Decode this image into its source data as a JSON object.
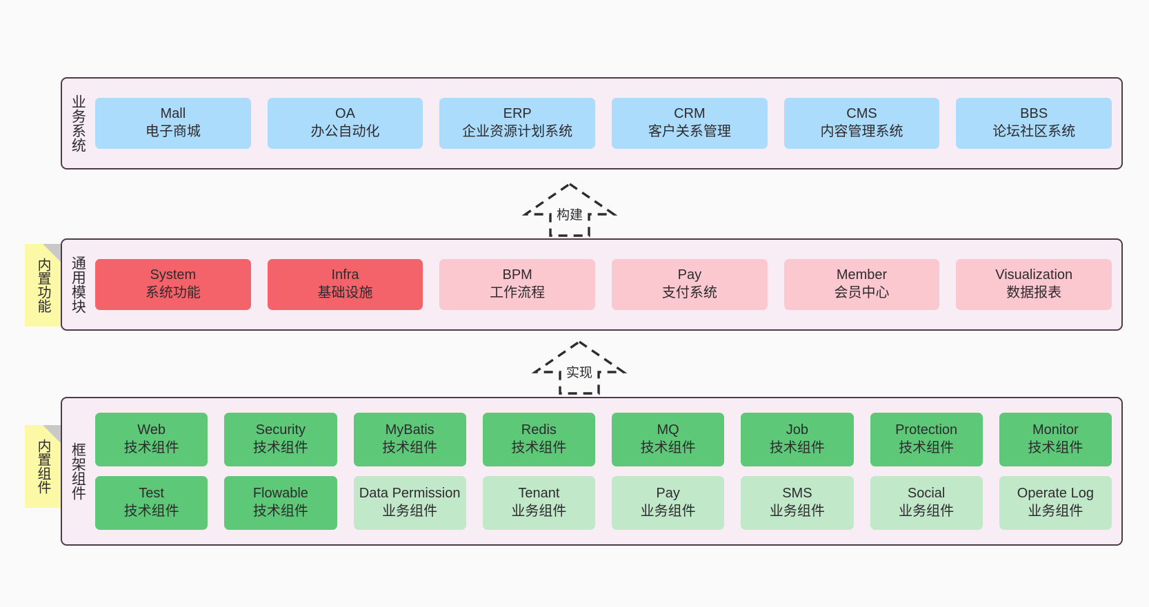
{
  "page": {
    "background": "#fafafa",
    "band_fill": "#f8ecf5",
    "band_border": "#4b3d47",
    "note_fill": "#fbf8a6"
  },
  "layers": [
    {
      "id": "business-system",
      "title": "业务系统",
      "note": null,
      "accent": "#abdcfb",
      "rows": [
        {
          "cells": [
            {
              "en": "Mall",
              "cn": "电子商城",
              "color": "#abdcfb"
            },
            {
              "en": "OA",
              "cn": "办公自动化",
              "color": "#abdcfb"
            },
            {
              "en": "ERP",
              "cn": "企业资源计划系统",
              "color": "#abdcfb"
            },
            {
              "en": "CRM",
              "cn": "客户关系管理",
              "color": "#abdcfb"
            },
            {
              "en": "CMS",
              "cn": "内容管理系统",
              "color": "#abdcfb"
            },
            {
              "en": "BBS",
              "cn": "论坛社区系统",
              "color": "#abdcfb"
            }
          ]
        }
      ]
    },
    {
      "id": "common-module",
      "title": "通用模块",
      "note": "内置功能",
      "accent": "#f4636a",
      "rows": [
        {
          "cells": [
            {
              "en": "System",
              "cn": "系统功能",
              "color": "#f4636a"
            },
            {
              "en": "Infra",
              "cn": "基础设施",
              "color": "#f4636a"
            },
            {
              "en": "BPM",
              "cn": "工作流程",
              "color": "#fbc8d0"
            },
            {
              "en": "Pay",
              "cn": "支付系统",
              "color": "#fbc8d0"
            },
            {
              "en": "Member",
              "cn": "会员中心",
              "color": "#fbc8d0"
            },
            {
              "en": "Visualization",
              "cn": "数据报表",
              "color": "#fbc8d0"
            }
          ]
        }
      ]
    },
    {
      "id": "framework-component",
      "title": "框架组件",
      "note": "内置组件",
      "accent": "#5dc878",
      "rows": [
        {
          "cells": [
            {
              "en": "Web",
              "cn": "技术组件",
              "color": "#5dc878"
            },
            {
              "en": "Security",
              "cn": "技术组件",
              "color": "#5dc878"
            },
            {
              "en": "MyBatis",
              "cn": "技术组件",
              "color": "#5dc878"
            },
            {
              "en": "Redis",
              "cn": "技术组件",
              "color": "#5dc878"
            },
            {
              "en": "MQ",
              "cn": "技术组件",
              "color": "#5dc878"
            },
            {
              "en": "Job",
              "cn": "技术组件",
              "color": "#5dc878"
            },
            {
              "en": "Protection",
              "cn": "技术组件",
              "color": "#5dc878"
            },
            {
              "en": "Monitor",
              "cn": "技术组件",
              "color": "#5dc878"
            }
          ]
        },
        {
          "cells": [
            {
              "en": "Test",
              "cn": "技术组件",
              "color": "#5dc878"
            },
            {
              "en": "Flowable",
              "cn": "技术组件",
              "color": "#5dc878"
            },
            {
              "en": "Data Permission",
              "cn": "业务组件",
              "color": "#c0e8c9"
            },
            {
              "en": "Tenant",
              "cn": "业务组件",
              "color": "#c0e8c9"
            },
            {
              "en": "Pay",
              "cn": "业务组件",
              "color": "#c0e8c9"
            },
            {
              "en": "SMS",
              "cn": "业务组件",
              "color": "#c0e8c9"
            },
            {
              "en": "Social",
              "cn": "业务组件",
              "color": "#c0e8c9"
            },
            {
              "en": "Operate Log",
              "cn": "业务组件",
              "color": "#c0e8c9"
            }
          ]
        }
      ]
    }
  ],
  "connectors": [
    {
      "id": "build",
      "label": "构建",
      "direction": "up"
    },
    {
      "id": "implement",
      "label": "实现",
      "direction": "up"
    }
  ]
}
